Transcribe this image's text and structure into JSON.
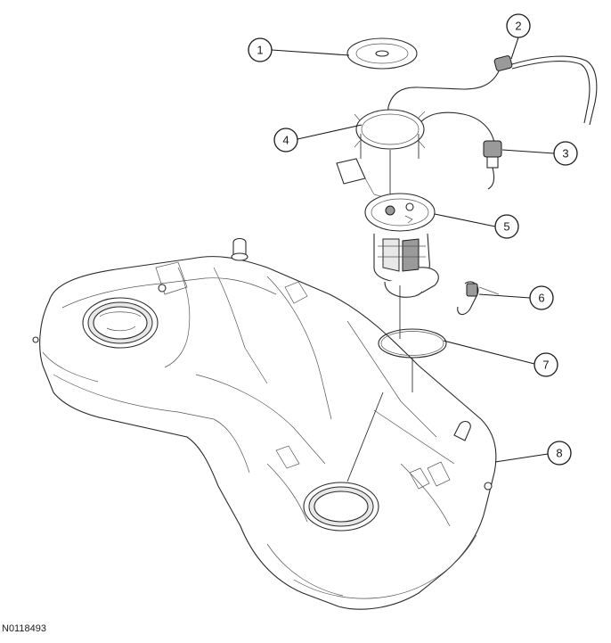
{
  "figure_id": "N0118493",
  "callouts": [
    "1",
    "2",
    "3",
    "4",
    "5",
    "6",
    "7",
    "8"
  ]
}
